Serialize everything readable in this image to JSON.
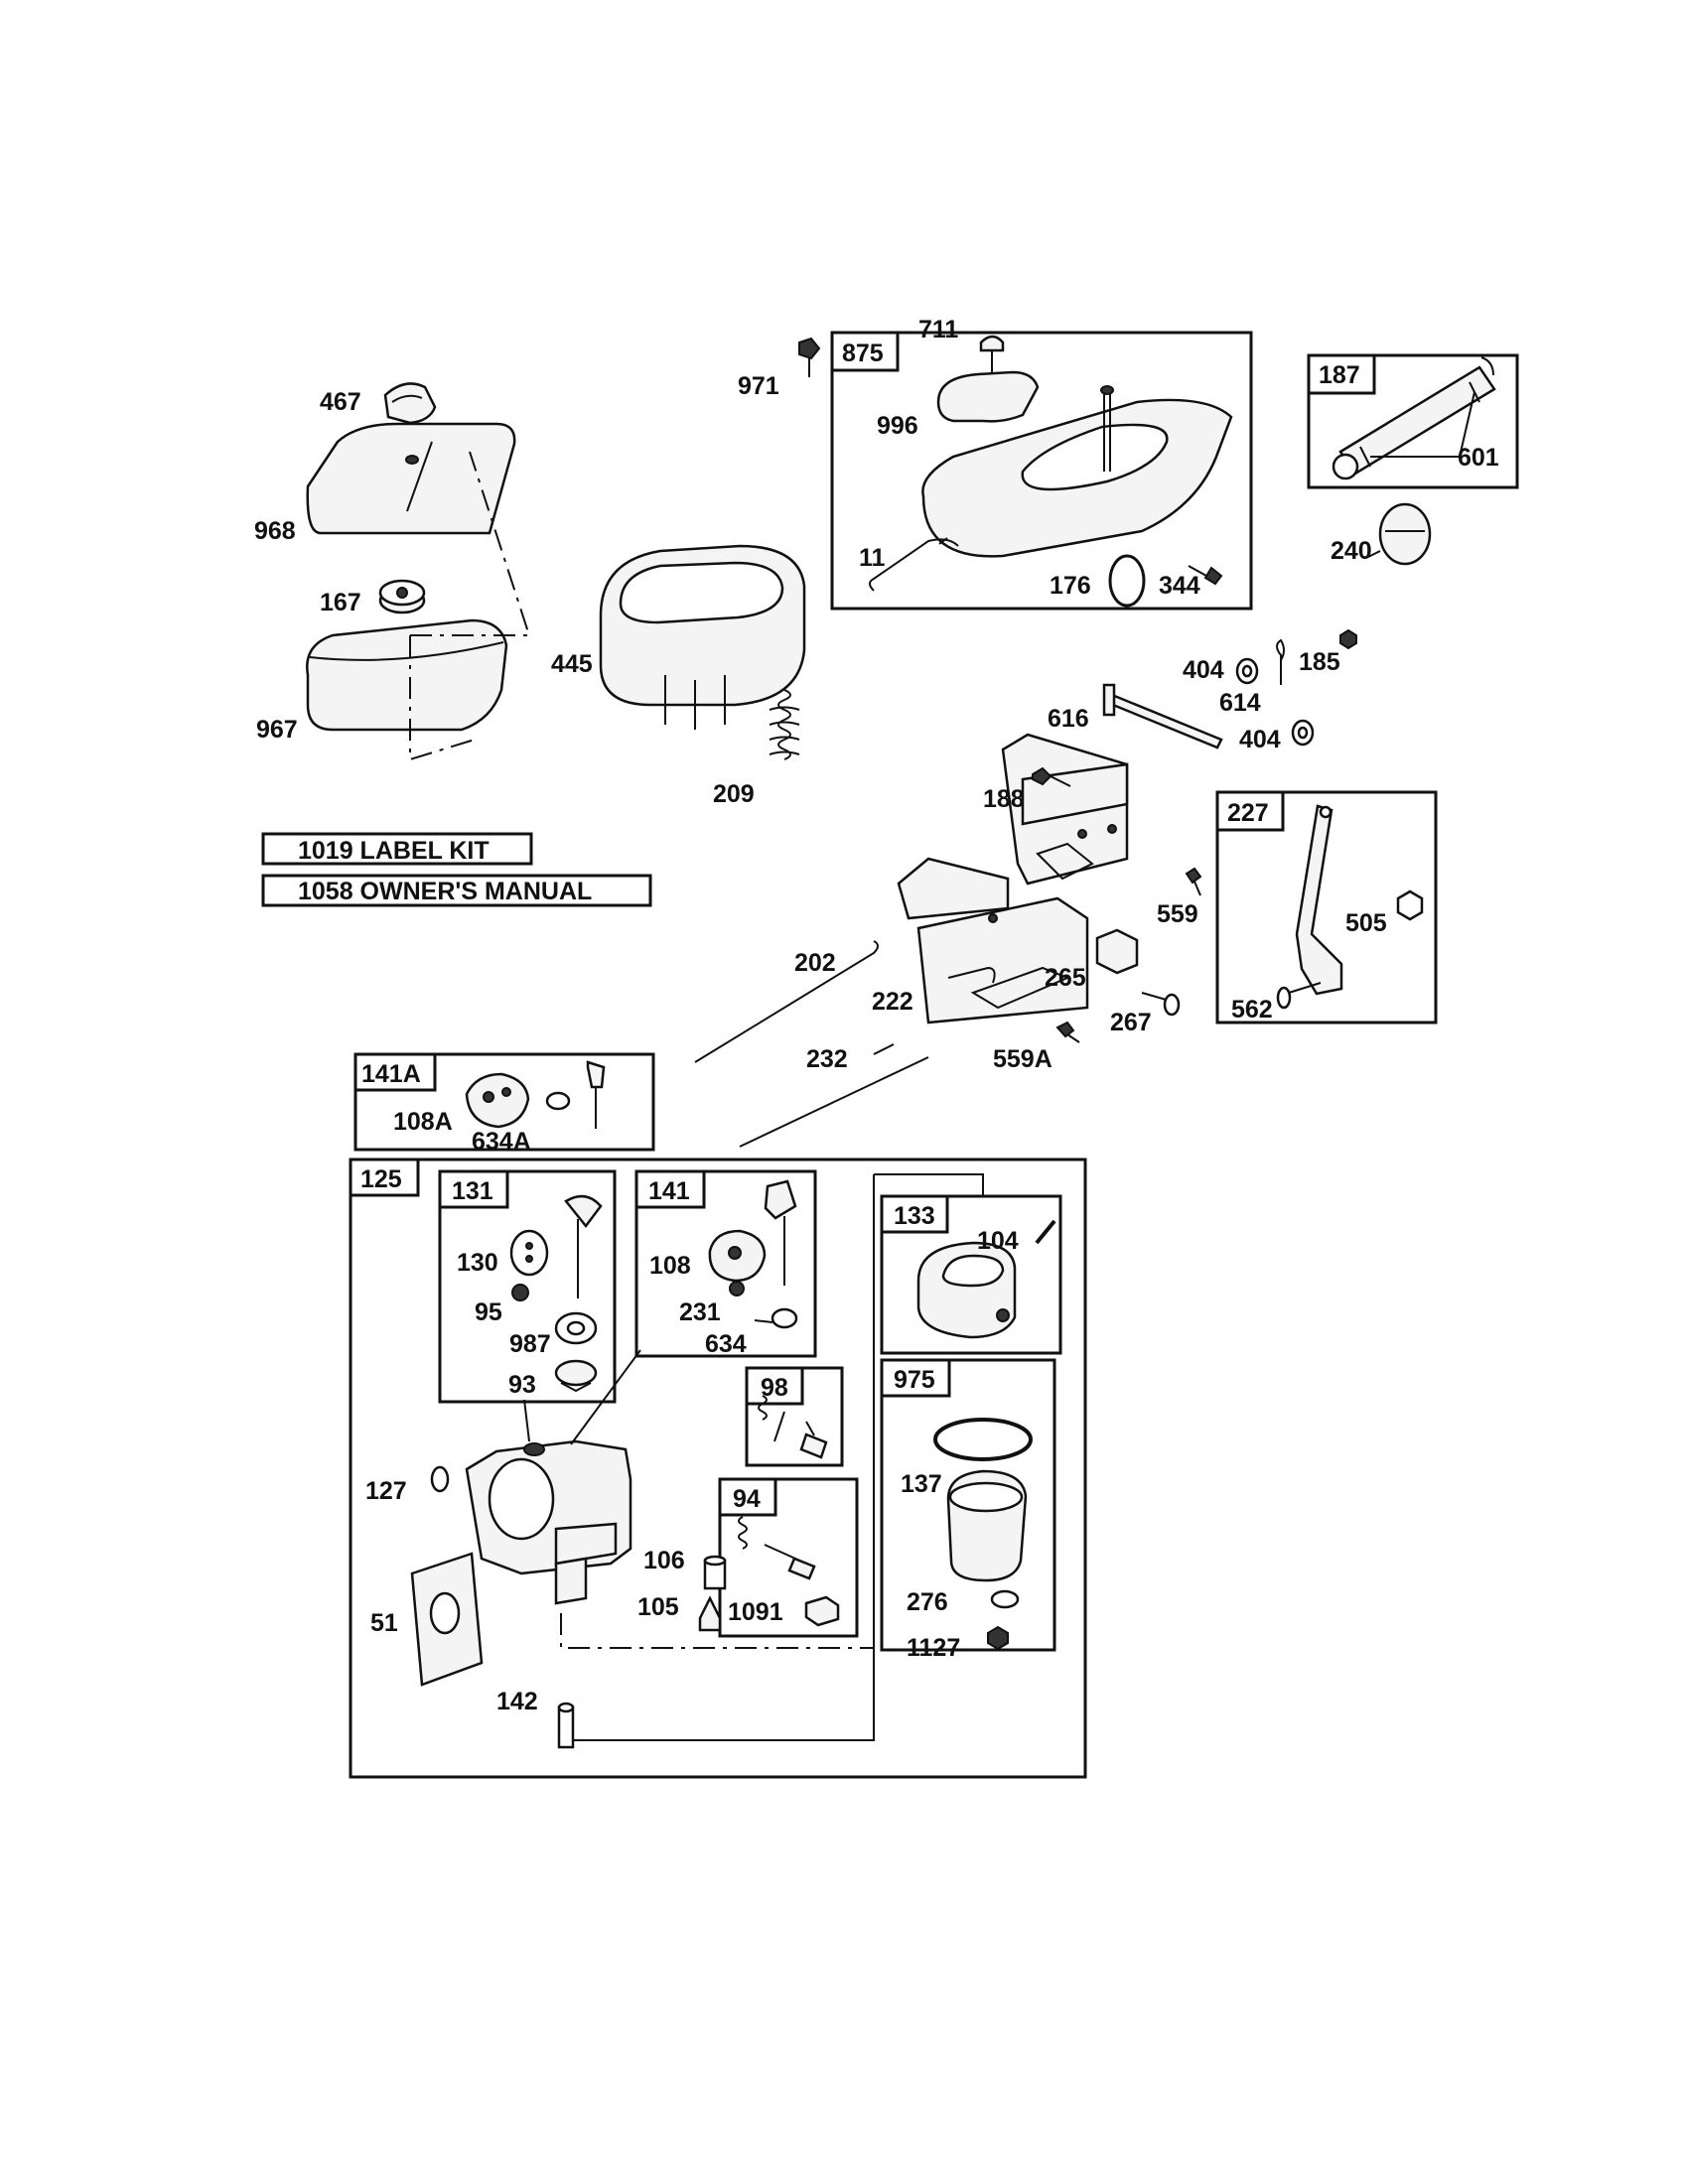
{
  "kits": {
    "label_kit": "1019 LABEL KIT",
    "owners_manual": "1058 OWNER'S MANUAL"
  },
  "groups": {
    "g875": "875",
    "g187": "187",
    "g227": "227",
    "g141A": "141A",
    "g125": "125",
    "g131": "131",
    "g141": "141",
    "g133": "133",
    "g98": "98",
    "g975": "975",
    "g94": "94"
  },
  "parts": {
    "p467": "467",
    "p968": "968",
    "p167": "167",
    "p967": "967",
    "p445": "445",
    "p971": "971",
    "p711": "711",
    "p996": "996",
    "p11": "11",
    "p176": "176",
    "p344": "344",
    "p601": "601",
    "p240": "240",
    "p404a": "404",
    "p185": "185",
    "p614": "614",
    "p404b": "404",
    "p616": "616",
    "p188": "188",
    "p209": "209",
    "p559": "559",
    "p505": "505",
    "p562": "562",
    "p202": "202",
    "p222": "222",
    "p265": "265",
    "p267": "267",
    "p232": "232",
    "p559A": "559A",
    "p108A": "108A",
    "p634A": "634A",
    "p130": "130",
    "p95": "95",
    "p987": "987",
    "p93": "93",
    "p108": "108",
    "p231": "231",
    "p634": "634",
    "p104": "104",
    "p137": "137",
    "p276": "276",
    "p1127": "1127",
    "p127": "127",
    "p51": "51",
    "p142": "142",
    "p106": "106",
    "p105": "105",
    "p1091": "1091"
  }
}
